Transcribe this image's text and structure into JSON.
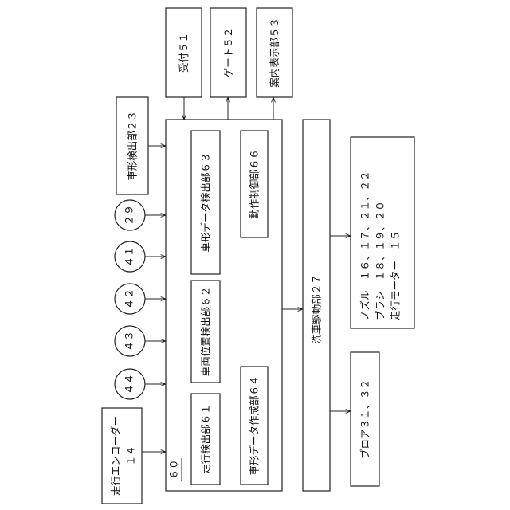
{
  "blocks": {
    "reception": "受付５１",
    "gate": "ゲート５２",
    "guide_display": "案内表示部５３",
    "vehicle_shape_detector_23": "車形検出部２３",
    "controller": "６０",
    "vehicle_shape_data_detector": "車形データ検出部６３",
    "operation_controller": "動作制御部６６",
    "vehicle_position_detector": "車両位置検出部６２",
    "travel_detector": "走行検出部６１",
    "vehicle_shape_data_creator": "車形データ作成部６４",
    "wash_drive": "洗車駆動部２７",
    "travel_encoder_line1": "走行エンコーダー",
    "travel_encoder_line2": "１４",
    "actuators_line1": "ノズル　１６、１７、２１、２２",
    "actuators_line2": "ブラシ　１８、１９、２０",
    "actuators_line3": "走行モーター　１５",
    "blower": "ブロア３１、３２"
  },
  "sensors": [
    "２９",
    "４１",
    "４２",
    "４３",
    "４４"
  ]
}
